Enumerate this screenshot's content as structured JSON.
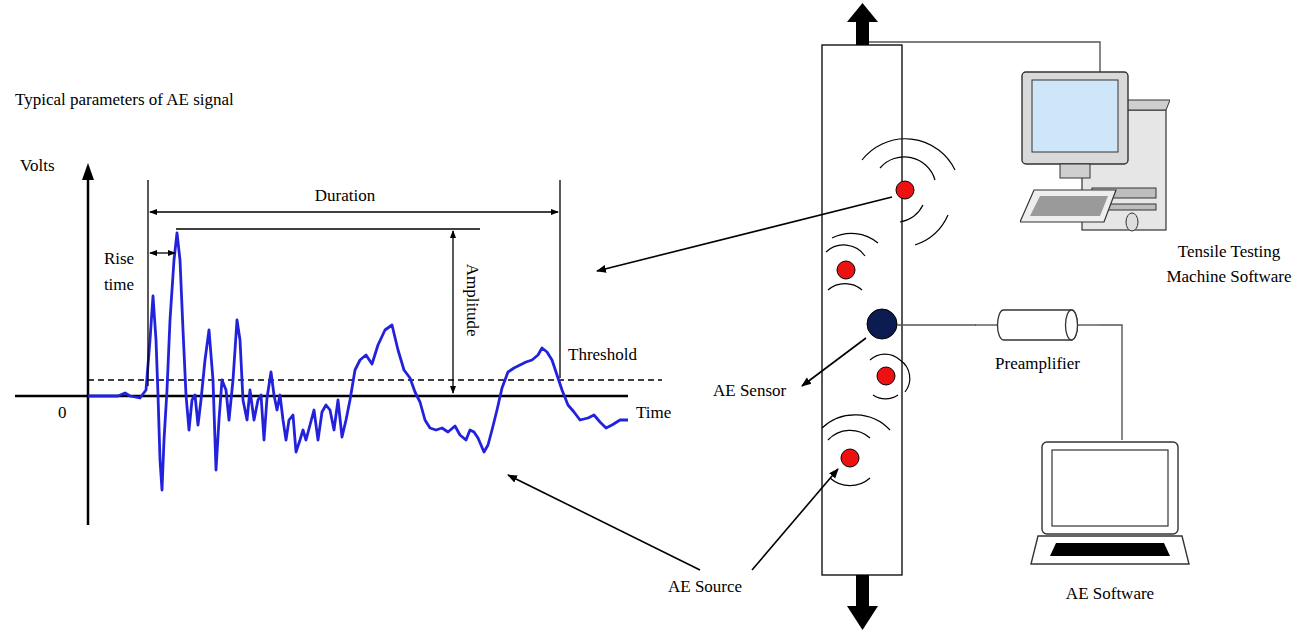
{
  "diagram": {
    "nodes": [
      {
        "text": [
          "Tensile Testing Machine Software"
        ]
      },
      {
        "text": [
          "Preamplifier"
        ]
      },
      {
        "text": [
          "AE Software"
        ]
      }
    ],
    "edges": [
      {
        "from": 1,
        "to": 2,
        "arrow": "none"
      }
    ],
    "labels": [
      "Typical parameters of AE signal",
      "Volts",
      "0",
      "Time",
      "Duration",
      "Rise time",
      "Amplitude",
      "Threshold",
      "AE Sensor",
      "AE Source"
    ]
  }
}
